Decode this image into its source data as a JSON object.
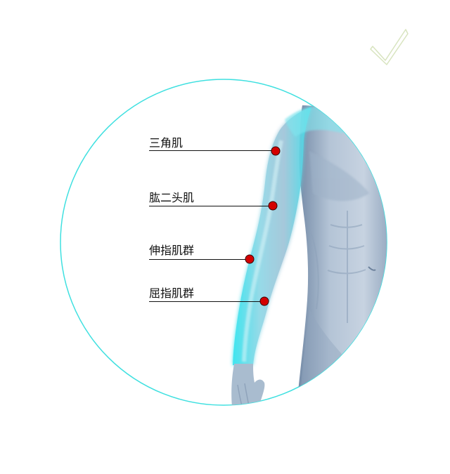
{
  "colors": {
    "circle_border": "#3fe0e0",
    "marker_fill": "#d40000",
    "arm_glow": "#33e6f0",
    "body_skin": "#b8c7d8",
    "checkmark": "#dde8c4"
  },
  "icons": {
    "corner": "checkmark-icon"
  },
  "muscles": [
    {
      "label": "三角肌"
    },
    {
      "label": "肱二头肌"
    },
    {
      "label": "伸指肌群"
    },
    {
      "label": "屈指肌群"
    }
  ]
}
